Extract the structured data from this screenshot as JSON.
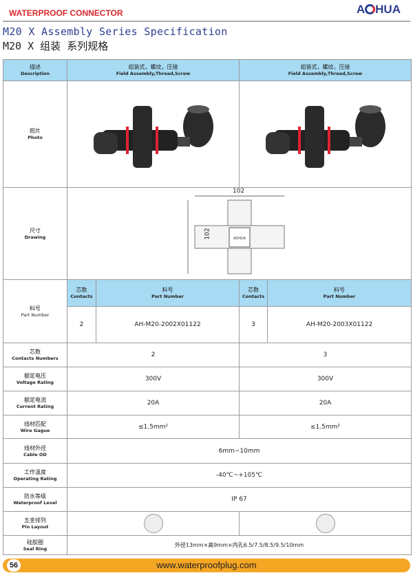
{
  "header": {
    "brand": "WATERPROOF CONNECTOR",
    "logo": "AOHUA",
    "title_en": "M20 X Assembly Series Specification",
    "title_cn": "M20 X 组装 系列规格"
  },
  "table": {
    "description": {
      "label_cn": "描述",
      "label_en": "Description",
      "col1_cn": "组装式，螺纹，压接",
      "col1_en": "Field Assembly,Thread,Screw",
      "col2_cn": "组装式，螺纹，压接",
      "col2_en": "Field Assembly,Thread,Screw"
    },
    "photo": {
      "label_cn": "照片",
      "label_en": "Photo"
    },
    "drawing": {
      "label_cn": "尺寸",
      "label_en": "Drawing",
      "width": "102",
      "height": "102"
    },
    "part": {
      "label_cn": "料号",
      "label_en": "Part Number",
      "contacts_cn": "芯数",
      "contacts_en": "Contacts",
      "pn_cn": "料号",
      "pn_en": "Part Number",
      "rows": [
        {
          "contacts": "2",
          "pn": "AH-M20-2002X01122"
        },
        {
          "contacts": "3",
          "pn": "AH-M20-2003X01122"
        }
      ]
    },
    "specs": [
      {
        "cn": "芯数",
        "en": "Contacts Numbers",
        "v1": "2",
        "v2": "3"
      },
      {
        "cn": "额定电压",
        "en": "Voltage Rating",
        "v1": "300V",
        "v2": "300V"
      },
      {
        "cn": "额定电流",
        "en": "Current Rating",
        "v1": "20A",
        "v2": "20A"
      },
      {
        "cn": "线材匹配",
        "en": "Wire Gague",
        "v1": "≤1.5mm²",
        "v2": "≤1.5mm²"
      },
      {
        "cn": "线材外径",
        "en": "Cable OD",
        "v": "6mm~10mm"
      },
      {
        "cn": "工作温度",
        "en": "Operating Rating",
        "v": "-40℃~+105℃"
      },
      {
        "cn": "防水等级",
        "en": "Waterproof Level",
        "v": "IP 67"
      },
      {
        "cn": "五金排列",
        "en": "Pin Layout"
      },
      {
        "cn": "硅胶圈",
        "en": "Seal Ring",
        "v": "外径13mm×高9mm×内孔6.5/7.5/8.5/9.5/10mm"
      }
    ]
  },
  "footer": {
    "page": "56",
    "url": "www.waterproofplug.com"
  }
}
